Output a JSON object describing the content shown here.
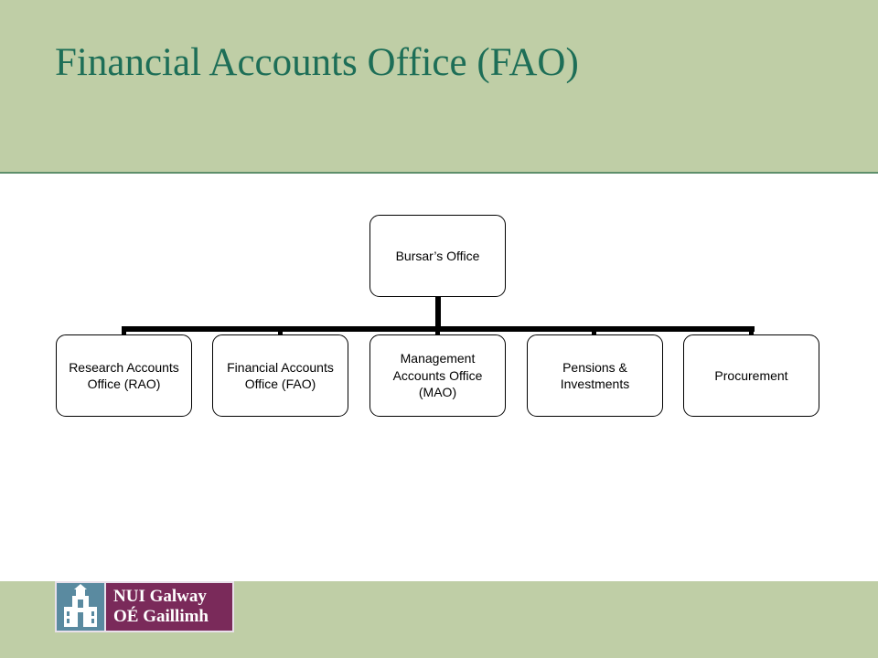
{
  "slide": {
    "title": "Financial Accounts Office (FAO)"
  },
  "org_chart": {
    "root": {
      "label": "Bursar’s Office"
    },
    "children": [
      {
        "label": "Research Accounts Office (RAO)"
      },
      {
        "label": "Financial Accounts Office (FAO)"
      },
      {
        "label": "Management Accounts Office (MAO)"
      },
      {
        "label": "Pensions & Investments"
      },
      {
        "label": "Procurement"
      }
    ]
  },
  "footer": {
    "logo_line1": "NUI Galway",
    "logo_line2": "OÉ Gaillimh",
    "logo_icon": "university-tower-icon"
  },
  "colors": {
    "header_bg": "#bfcea6",
    "title_text": "#1d6e57",
    "logo_purple": "#7a2a5a",
    "logo_blue": "#5a8aa0"
  }
}
